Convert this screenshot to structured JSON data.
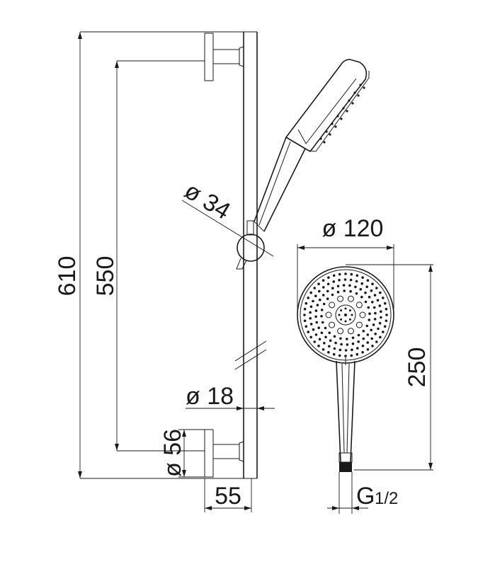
{
  "dimensions": {
    "total_height": "610",
    "bracket_spacing": "550",
    "slider_diameter": "ø 34",
    "bar_diameter": "ø 18",
    "bracket_diameter": "ø 56",
    "bracket_depth": "55",
    "head_diameter": "ø 120",
    "handshower_length": "250",
    "thread": "G",
    "thread_fraction": "1/2"
  },
  "colors": {
    "line": "#1a1a1a",
    "background": "#ffffff"
  }
}
